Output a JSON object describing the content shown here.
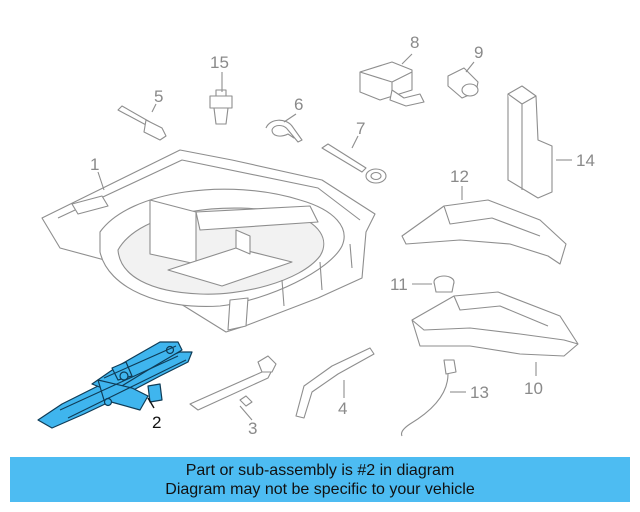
{
  "diagram": {
    "callouts": [
      {
        "id": "1",
        "label": "1",
        "highlighted": false
      },
      {
        "id": "2",
        "label": "2",
        "highlighted": true
      },
      {
        "id": "3",
        "label": "3",
        "highlighted": false
      },
      {
        "id": "4",
        "label": "4",
        "highlighted": false
      },
      {
        "id": "5",
        "label": "5",
        "highlighted": false
      },
      {
        "id": "6",
        "label": "6",
        "highlighted": false
      },
      {
        "id": "7",
        "label": "7",
        "highlighted": false
      },
      {
        "id": "8",
        "label": "8",
        "highlighted": false
      },
      {
        "id": "9",
        "label": "9",
        "highlighted": false
      },
      {
        "id": "10",
        "label": "10",
        "highlighted": false
      },
      {
        "id": "11",
        "label": "11",
        "highlighted": false
      },
      {
        "id": "12",
        "label": "12",
        "highlighted": false
      },
      {
        "id": "13",
        "label": "13",
        "highlighted": false
      },
      {
        "id": "14",
        "label": "14",
        "highlighted": false
      },
      {
        "id": "15",
        "label": "15",
        "highlighted": false
      }
    ],
    "highlight_color": "#3fb5ee"
  },
  "banner": {
    "line1": "Part or sub-assembly is #2 in diagram",
    "line2": "Diagram may not be specific to your vehicle",
    "background": "#4dbcf2"
  }
}
